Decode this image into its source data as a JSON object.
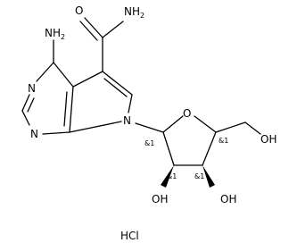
{
  "molecule": {
    "atoms": {
      "amine": {
        "label": "NH",
        "sub": "2"
      },
      "amide_n": {
        "label": "NH",
        "sub": "2"
      },
      "amide_o": {
        "label": "O"
      },
      "ring_n1": {
        "label": "N"
      },
      "ring_n3": {
        "label": "N"
      },
      "ring_n7": {
        "label": "N"
      },
      "ring_o": {
        "label": "O"
      },
      "oh_c5": {
        "label": "OH"
      },
      "oh_c2": {
        "label": "OH"
      },
      "oh_c3": {
        "label": "OH"
      }
    },
    "stereo_labels": {
      "c1": "&1",
      "c4": "&1",
      "c2": "&1",
      "c3": "&1"
    },
    "salt": "HCl"
  }
}
